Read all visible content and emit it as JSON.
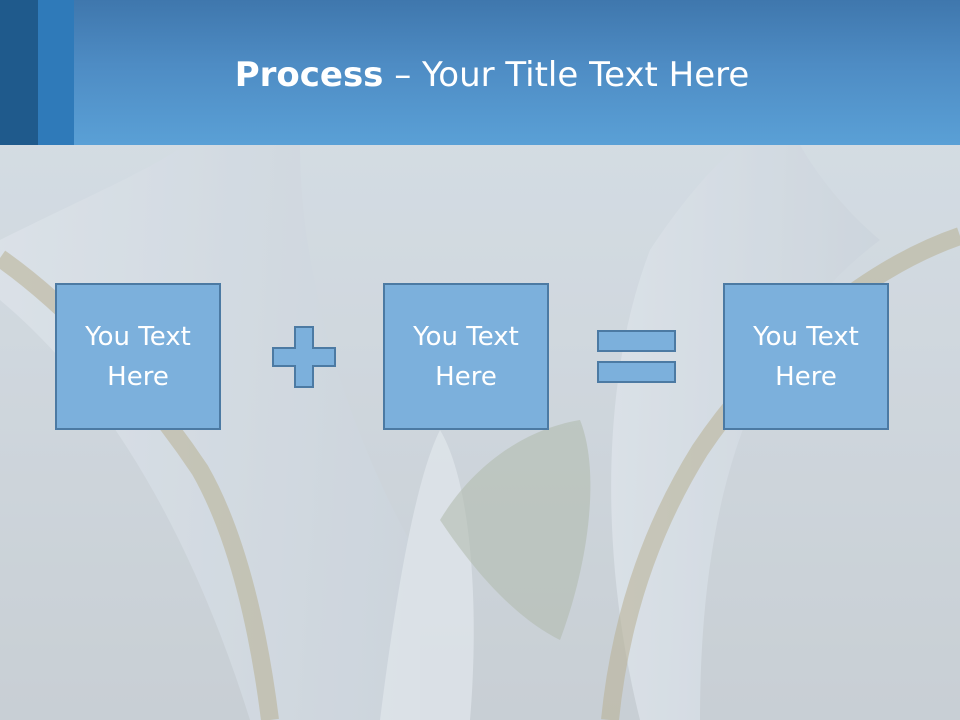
{
  "slide": {
    "title_bold": "Process",
    "title_rest": " – Your Title Text Here",
    "boxes": [
      {
        "line1": "You Text",
        "line2": "Here"
      },
      {
        "line1": "You Text",
        "line2": "Here"
      },
      {
        "line1": "You Text",
        "line2": "Here"
      }
    ],
    "operators": [
      "plus-icon",
      "equals-icon"
    ]
  },
  "colors": {
    "header": "#4e8cc4",
    "box_fill": "#7cb0dc",
    "box_border": "#4c7aa3",
    "text": "#ffffff"
  }
}
